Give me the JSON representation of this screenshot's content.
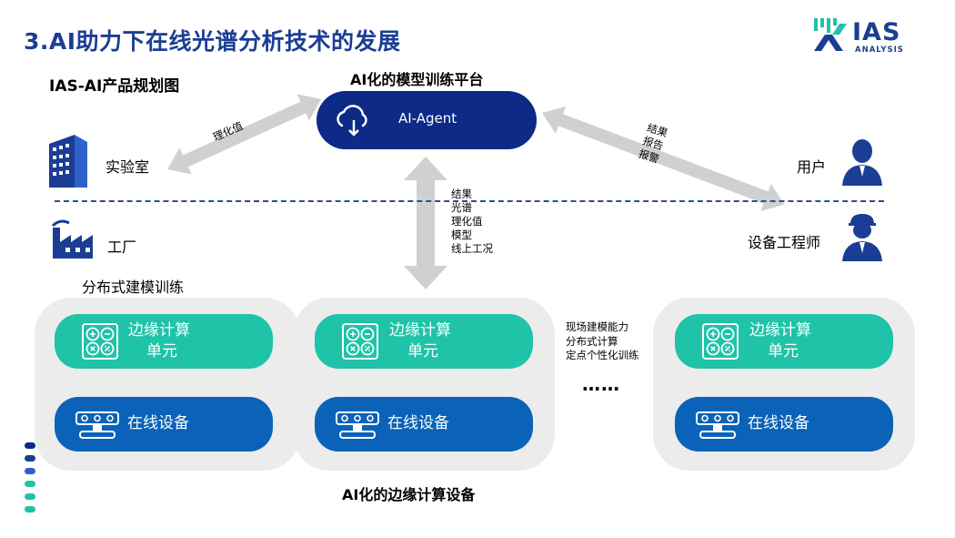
{
  "header": {
    "title": "3.AI助力下在线光谱分析技术的发展",
    "subtitle": "IAS-AI产品规划图",
    "logo_text": "IAS",
    "logo_sub": "ANALYSIS"
  },
  "platform": {
    "title": "AI化的模型训练平台",
    "agent_label": "AI-Agent"
  },
  "nodes": {
    "lab": "实验室",
    "user": "用户",
    "factory": "工厂",
    "engineer": "设备工程师"
  },
  "arrows": {
    "left_label": "理化值",
    "right_lines": [
      "结果",
      "报告",
      "报警"
    ],
    "center_lines": [
      "结果",
      "光谱",
      "理化值",
      "模型",
      "线上工况"
    ]
  },
  "distributed_label": "分布式建模训练",
  "edge_unit": [
    "边缘计算",
    "单元"
  ],
  "online_device": "在线设备",
  "capabilities": [
    "现场建模能力",
    "分布式计算",
    "定点个性化训练"
  ],
  "ellipsis": "……",
  "bottom_title": "AI化的边缘计算设备",
  "colors": {
    "title_blue": "#1b3e94",
    "agent_navy": "#0c2a86",
    "teal": "#1fc3a8",
    "device_blue": "#0a63b8",
    "panel_gray": "#ececec",
    "arrow_gray": "#d0d0d0"
  }
}
